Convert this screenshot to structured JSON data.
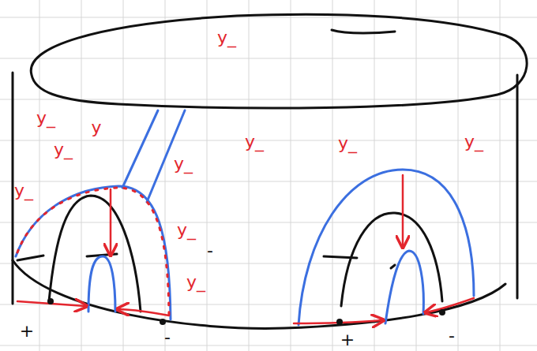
{
  "diagram": {
    "labels": [
      "y_",
      "y_",
      "y",
      "y_",
      "y_",
      "y_",
      "y_",
      "y_",
      "y_",
      "y_",
      "-",
      "y_",
      "+",
      "-",
      "+",
      "-"
    ]
  }
}
